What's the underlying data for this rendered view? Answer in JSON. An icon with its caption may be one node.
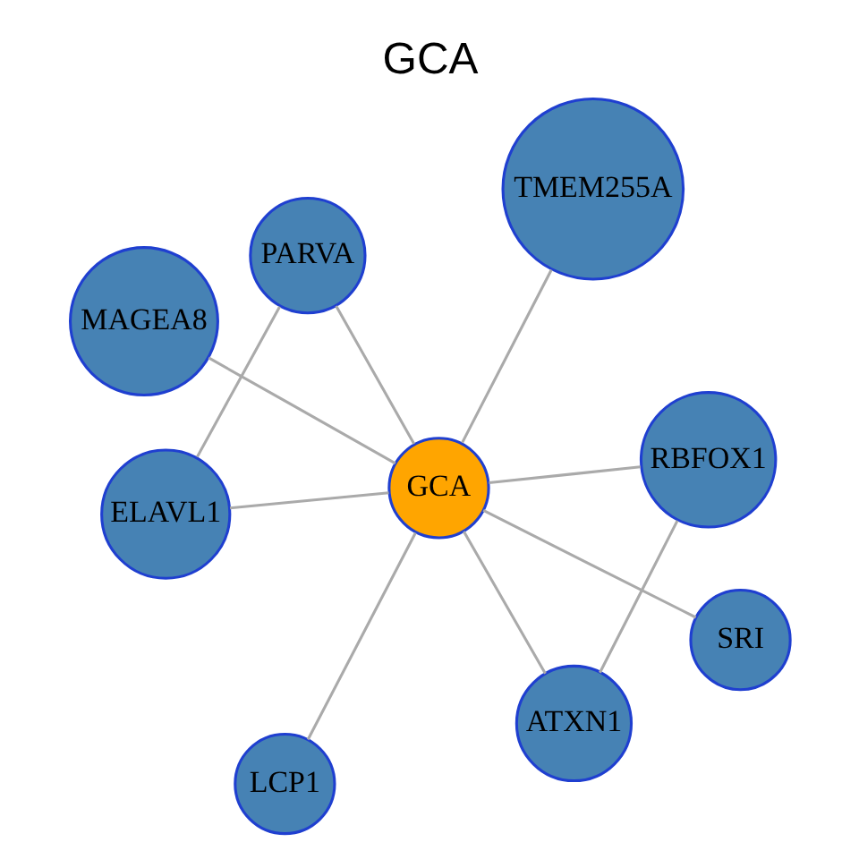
{
  "diagram": {
    "title": "GCA",
    "nodes": [
      {
        "text": [
          "GCA"
        ]
      },
      {
        "text": [
          "RBFOX1"
        ]
      },
      {
        "text": [
          "ATXN1"
        ]
      },
      {
        "text": [
          "MAGEA8"
        ]
      },
      {
        "text": [
          "PARVA"
        ]
      },
      {
        "text": [
          "TMEM255A"
        ]
      },
      {
        "text": [
          "ELAVL1"
        ]
      },
      {
        "text": [
          "SRI"
        ]
      },
      {
        "text": [
          "LCP1"
        ]
      }
    ],
    "edges": [
      {
        "from": 2,
        "to": 1,
        "arrow": "none"
      },
      {
        "from": 2,
        "to": 0,
        "arrow": "none"
      },
      {
        "from": 1,
        "to": 0,
        "arrow": "none"
      },
      {
        "from": 3,
        "to": 0,
        "arrow": "none"
      },
      {
        "from": 4,
        "to": 0,
        "arrow": "none"
      },
      {
        "from": 4,
        "to": 6,
        "arrow": "none"
      },
      {
        "from": 0,
        "to": 5,
        "arrow": "none"
      },
      {
        "from": 0,
        "to": 6,
        "arrow": "none"
      },
      {
        "from": 0,
        "to": 7,
        "arrow": "none"
      },
      {
        "from": 0,
        "to": 8,
        "arrow": "none"
      }
    ]
  }
}
